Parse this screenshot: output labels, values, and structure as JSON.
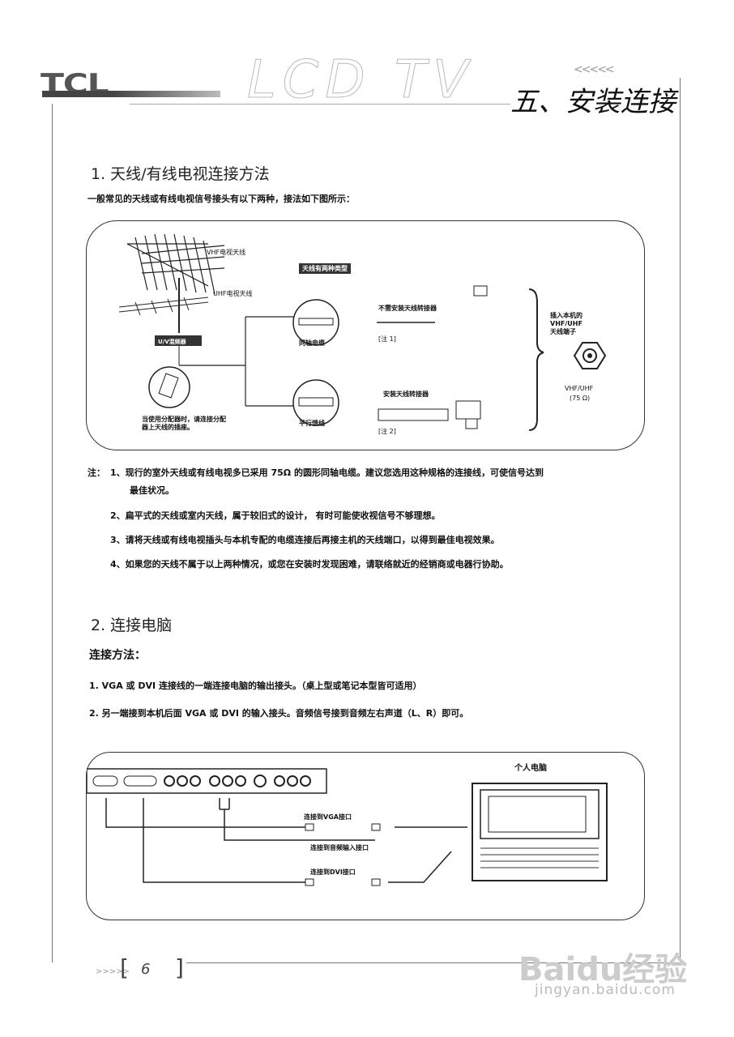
{
  "header": {
    "brand": "TCL",
    "product": "LCD TV",
    "section_title": "五、安装连接"
  },
  "section1": {
    "heading": "1. 天线/有线电视连接方法",
    "intro": "一般常见的天线或有线电视信号接头有以下两种，接法如下图所示：",
    "diagram": {
      "vhf_antenna": "VHF电视天线",
      "uhf_antenna": "UHF电视天线",
      "uv_mixer": "U/V混频器",
      "mixer_note": "当使用分配器时，请连接分配器上天线的插座。",
      "two_types": "天线有两种类型",
      "coax": "同轴电缆",
      "flat": "平行馈线",
      "no_adapter": "不需安装天线转接器",
      "note1": "[注 1]",
      "install_adapter": "安装天线转接器",
      "note2": "[注 2]",
      "input_to_set": "插入本机的VHF/UHF天线端子",
      "input_line1": "插入本机的",
      "input_line2": "VHF/UHF",
      "input_line3": "天线端子",
      "connector_label1": "VHF/UHF",
      "connector_label2": "(75 Ω)"
    },
    "notes_prefix": "注：",
    "notes": [
      "1、现行的室外天线或有线电视多已采用 75Ω 的圆形同轴电缆。建议您选用这种规格的连接线，可使信号达到",
      "最佳状况。",
      "2、扁平式的天线或室内天线，属于较旧式的设计， 有时可能使收视信号不够理想。",
      "3、请将天线或有线电视插头与本机专配的电缆连接后再接主机的天线端口，以得到最佳电视效果。",
      "4、如果您的天线不属于以上两种情况，或您在安装时发现困难，请联络就近的经销商或电器行协助。"
    ]
  },
  "section2": {
    "heading": "2. 连接电脑",
    "method": "连接方法：",
    "steps": [
      "1. VGA 或 DVI 连接线的一端连接电脑的输出接头。（桌上型或笔记本型皆可适用）",
      "2. 另一端接到本机后面 VGA 或 DVI 的输入接头。音频信号接到音频左右声道（L、R）即可。"
    ],
    "diagram": {
      "pc": "个人电脑",
      "to_vga": "连接到VGA接口",
      "to_audio": "连接到音频输入接口",
      "to_dvi": "连接到DVI接口"
    }
  },
  "footer": {
    "page_number": "6",
    "watermark_brand": "Baidu经验",
    "watermark_url": "jingyan.baidu.com"
  }
}
